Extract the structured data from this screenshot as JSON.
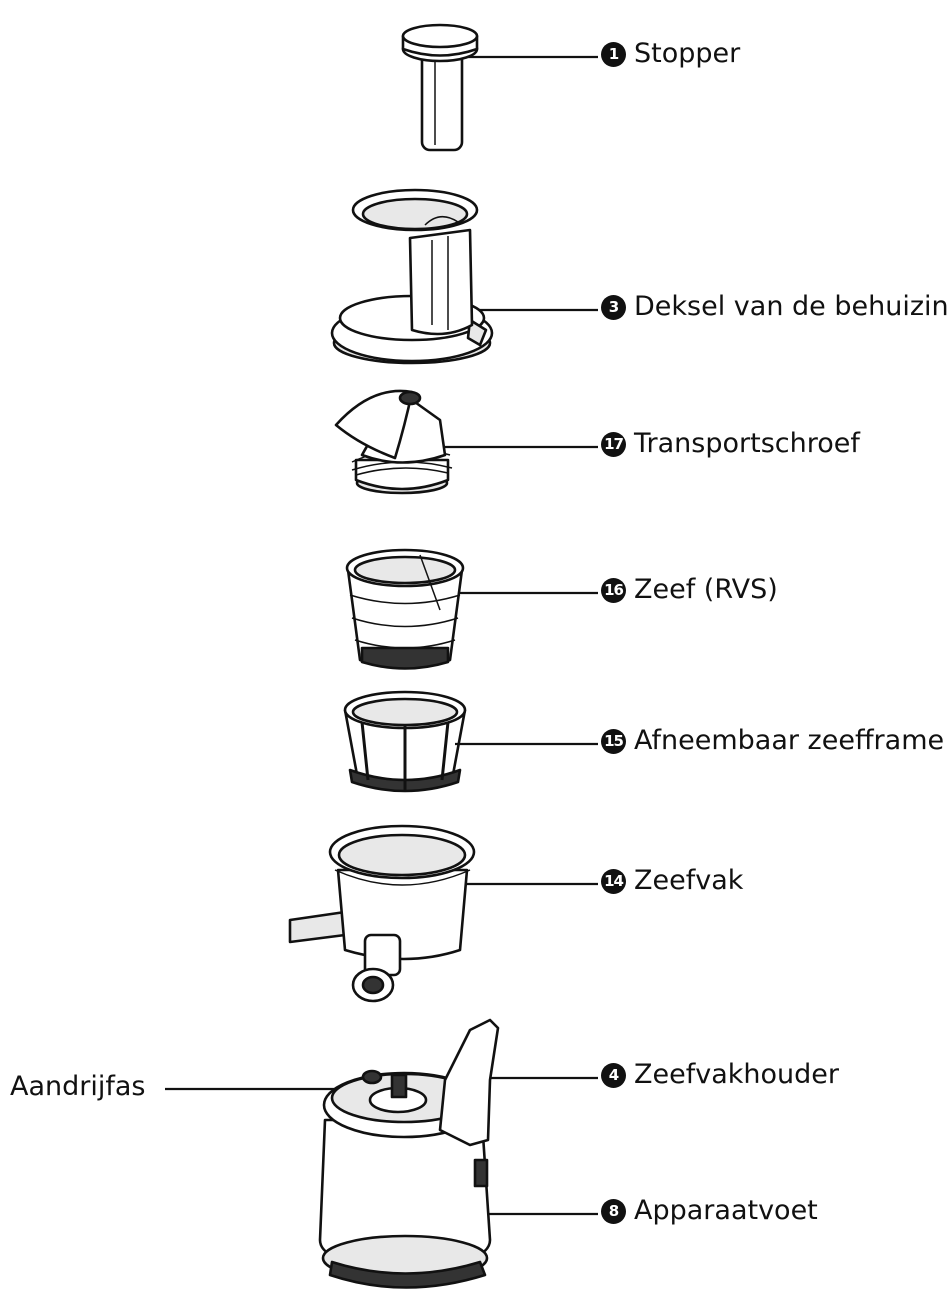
{
  "labels": [
    {
      "id": "stopper",
      "number": "1",
      "text": "Stopper"
    },
    {
      "id": "lid",
      "number": "3",
      "text": "Deksel van de behuizing"
    },
    {
      "id": "auger",
      "number": "17",
      "text": "Transportschroef"
    },
    {
      "id": "sieve",
      "number": "16",
      "text": "Zeef (RVS)"
    },
    {
      "id": "frame",
      "number": "15",
      "text": "Afneembaar zeefframe"
    },
    {
      "id": "chamber",
      "number": "14",
      "text": "Zeefvak"
    },
    {
      "id": "holder",
      "number": "4",
      "text": "Zeefvakhouder"
    },
    {
      "id": "base",
      "number": "8",
      "text": "Apparaatvoet"
    }
  ],
  "side_label": {
    "id": "drive-shaft",
    "text": "Aandrijfas"
  }
}
